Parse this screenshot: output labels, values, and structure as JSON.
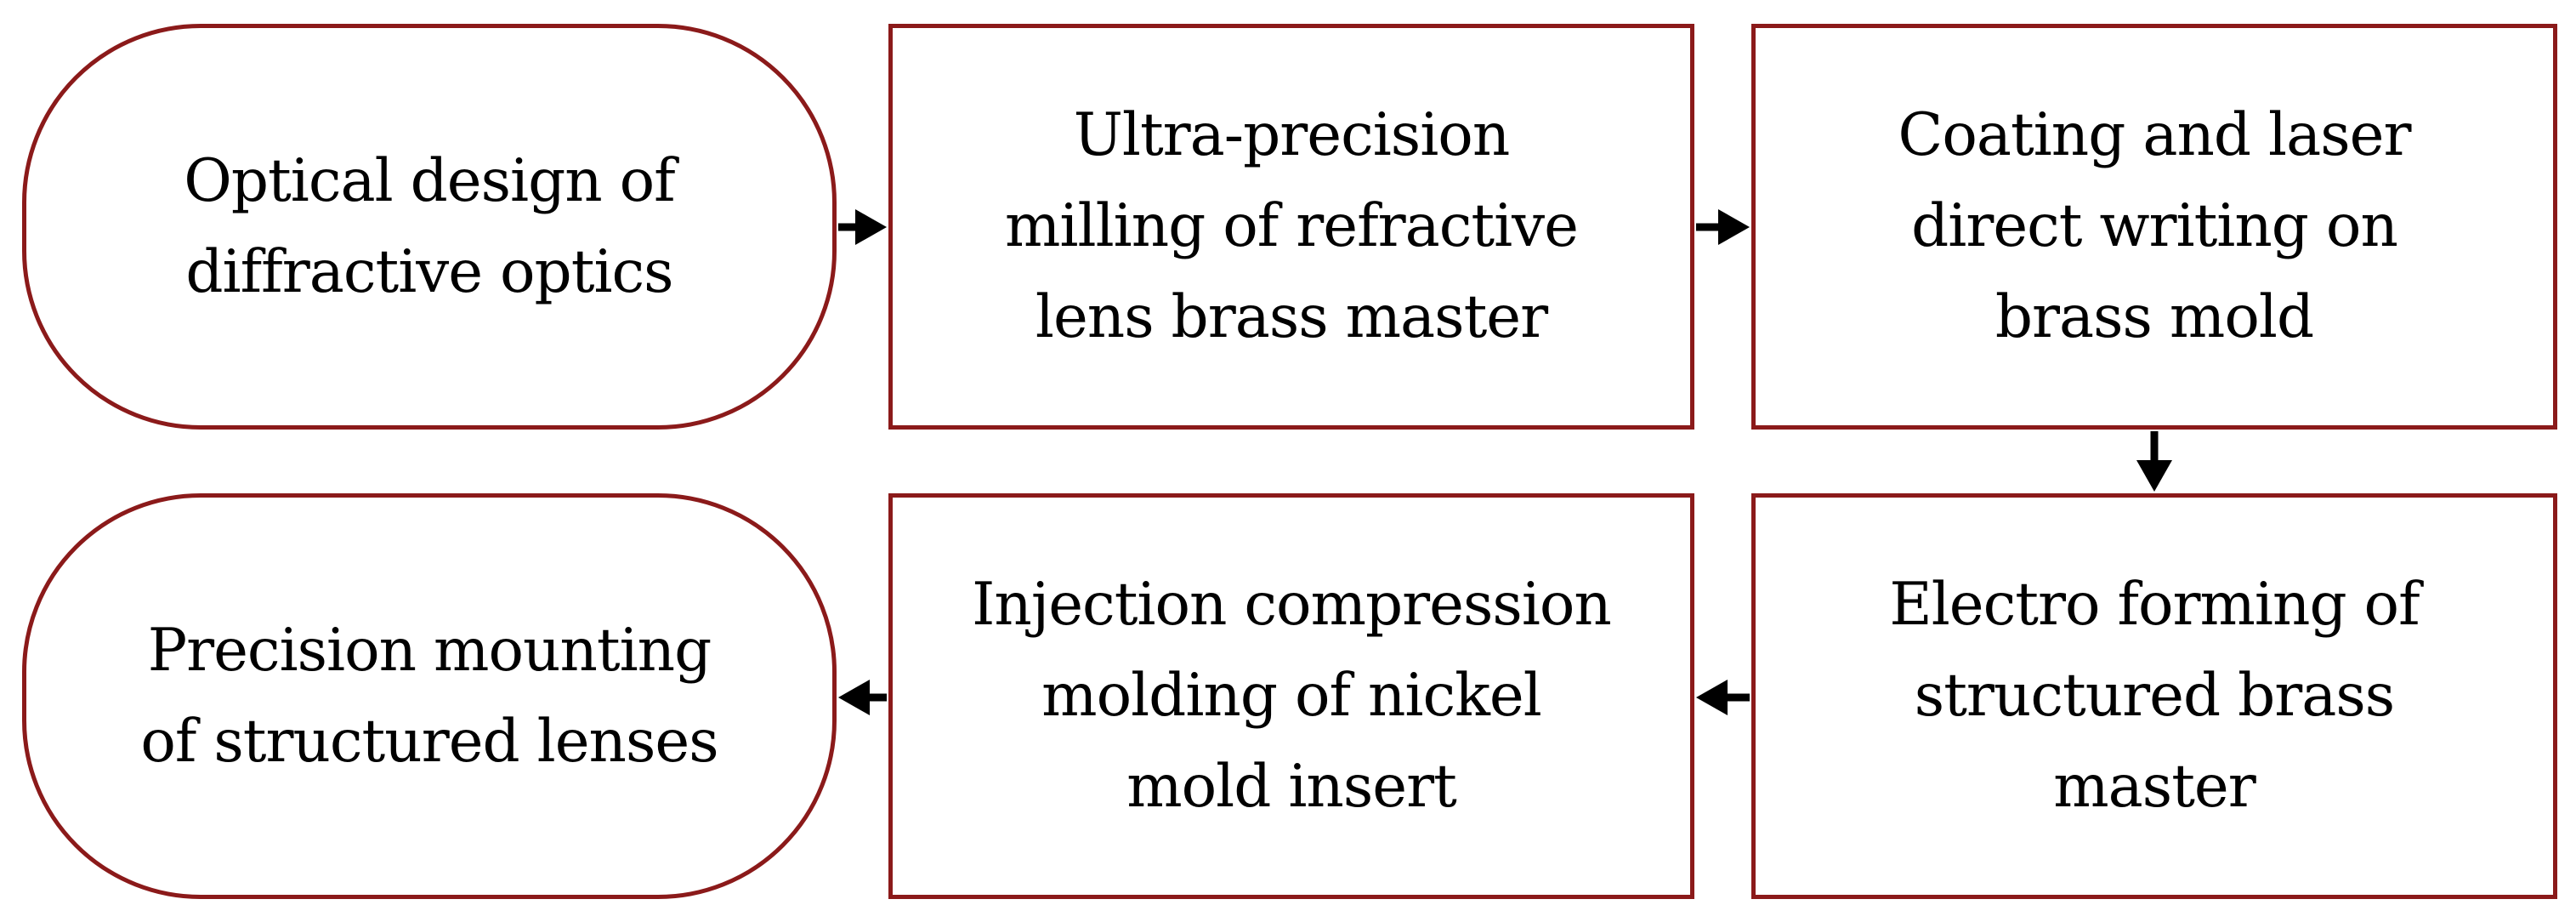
{
  "colors": {
    "border": "#8b1a1a",
    "arrow": "#000000",
    "text": "#000000",
    "background": "#ffffff"
  },
  "nodes": {
    "start": {
      "shape": "terminal",
      "label": "Optical design of\ndiffractive optics"
    },
    "milling": {
      "shape": "process",
      "label": "Ultra-precision\nmilling of refractive\nlens brass master"
    },
    "coating": {
      "shape": "process",
      "label": "Coating and laser\ndirect writing on\nbrass mold"
    },
    "electro": {
      "shape": "process",
      "label": "Electro forming of\nstructured brass\nmaster"
    },
    "injection": {
      "shape": "process",
      "label": "Injection compression\nmolding of nickel\nmold insert"
    },
    "end": {
      "shape": "terminal",
      "label": "Precision mounting\nof structured lenses"
    }
  },
  "edges": [
    {
      "from": "start",
      "to": "milling"
    },
    {
      "from": "milling",
      "to": "coating"
    },
    {
      "from": "coating",
      "to": "electro"
    },
    {
      "from": "electro",
      "to": "injection"
    },
    {
      "from": "injection",
      "to": "end"
    }
  ]
}
